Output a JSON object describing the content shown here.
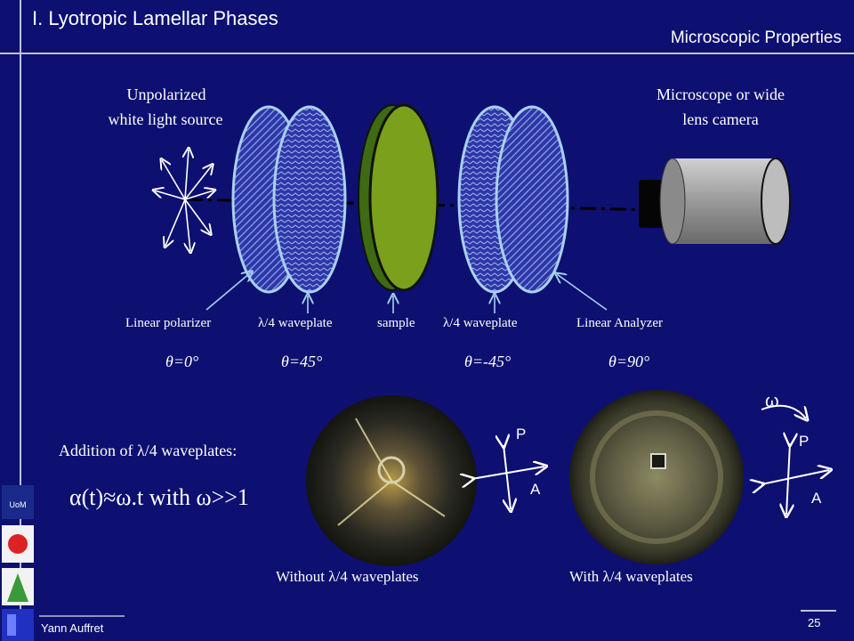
{
  "slide": {
    "title": "I. Lyotropic Lamellar Phases",
    "subtitle": "Microscopic Properties",
    "author": "Yann Auffret",
    "page_number": "25"
  },
  "setup": {
    "source_label_1": "Unpolarized",
    "source_label_2": "white light source",
    "camera_label_1": "Microscope or wide",
    "camera_label_2": "lens camera",
    "components": [
      {
        "label": "Linear polarizer",
        "angle": "θ=0°"
      },
      {
        "label": "λ/4 waveplate",
        "angle": "θ=45°"
      },
      {
        "label": "sample",
        "angle": ""
      },
      {
        "label": "λ/4 waveplate",
        "angle": "θ=-45°"
      },
      {
        "label": "Linear Analyzer",
        "angle": "θ=90°"
      }
    ]
  },
  "observations": {
    "addition_label": "Addition of λ/4 waveplates:",
    "formula": "α(t)≈ω.t with ω>>1",
    "without_caption": "Without λ/4 waveplates",
    "with_caption": "With λ/4 waveplates",
    "axis_p": "P",
    "axis_a": "A",
    "omega": "ω"
  },
  "colors": {
    "background": "#0d1070",
    "filter_fill": "#2e37a8",
    "filter_edge": "#a8d0f0",
    "sample": "#7aa01c"
  }
}
